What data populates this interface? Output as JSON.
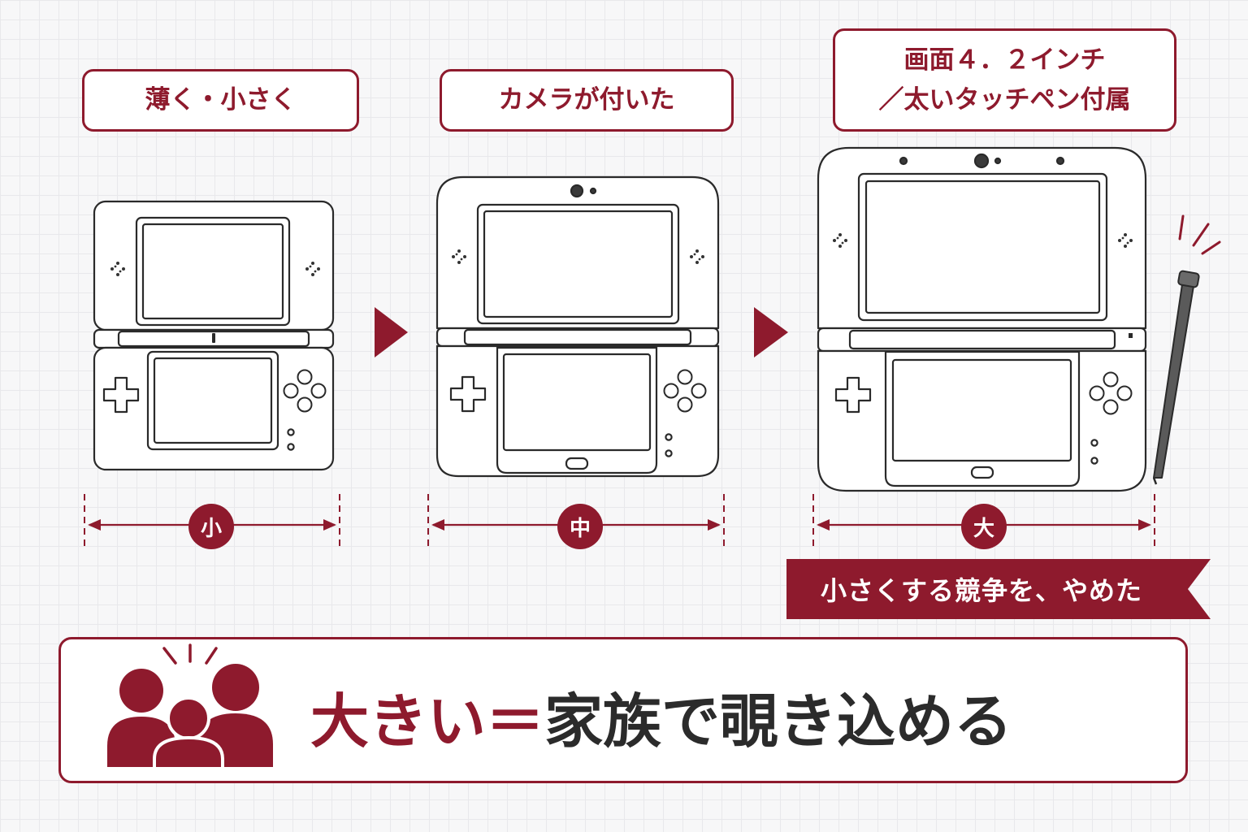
{
  "colors": {
    "accent": "#8e1a2d",
    "outline": "#2a2a2a",
    "text": "#2b2b2b"
  },
  "steps": [
    {
      "label_lines": [
        "薄く・小さく"
      ],
      "size_badge": "小"
    },
    {
      "label_lines": [
        "カメラが付いた"
      ],
      "size_badge": "中"
    },
    {
      "label_lines": [
        "画面４．２インチ",
        "／太いタッチペン付属"
      ],
      "size_badge": "大"
    }
  ],
  "banner": {
    "text": "小さくする競争を、やめた"
  },
  "bottom": {
    "accent_text": "大きい＝",
    "main_text": "家族で覗き込める",
    "icon": "family-icon"
  },
  "icons": [
    "arrow-right-icon",
    "stylus-icon",
    "camera-icon",
    "dpad-icon",
    "face-buttons-icon"
  ]
}
